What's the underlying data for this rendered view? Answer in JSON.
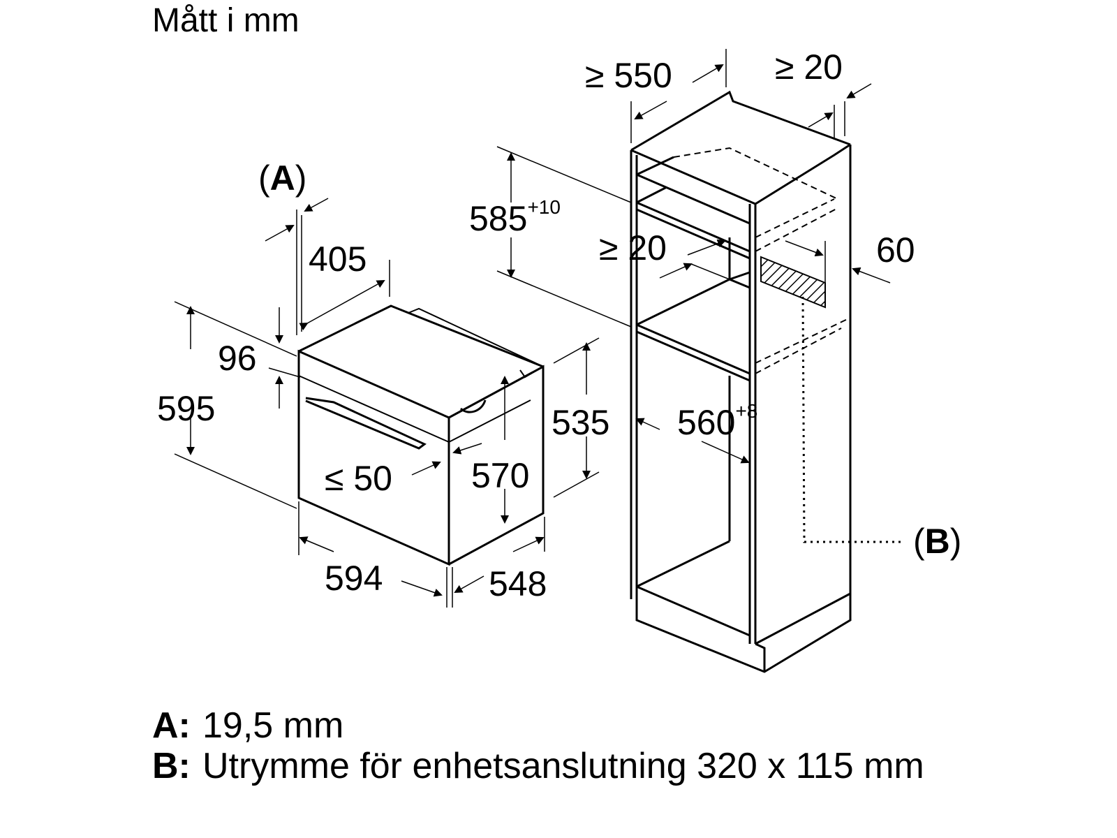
{
  "title": "Mått i mm",
  "oven": {
    "dims": {
      "d405": "405",
      "d96": "96",
      "d595": "595",
      "d594": "594",
      "d548": "548",
      "d535": "535",
      "d570": "570",
      "d50": "≤ 50"
    },
    "label_a": "A"
  },
  "cabinet": {
    "dims": {
      "d550": "≥ 550",
      "d20top": "≥ 20",
      "d585": "585",
      "d585_tol": "+10",
      "d20mid": "≥ 20",
      "d60": "60",
      "d560": "560",
      "d560_tol": "+8"
    },
    "label_b": "B"
  },
  "legend": [
    {
      "key": "A:",
      "text": "19,5 mm"
    },
    {
      "key": "B:",
      "text": "Utrymme för enhetsanslutning 320 x 115 mm"
    }
  ]
}
